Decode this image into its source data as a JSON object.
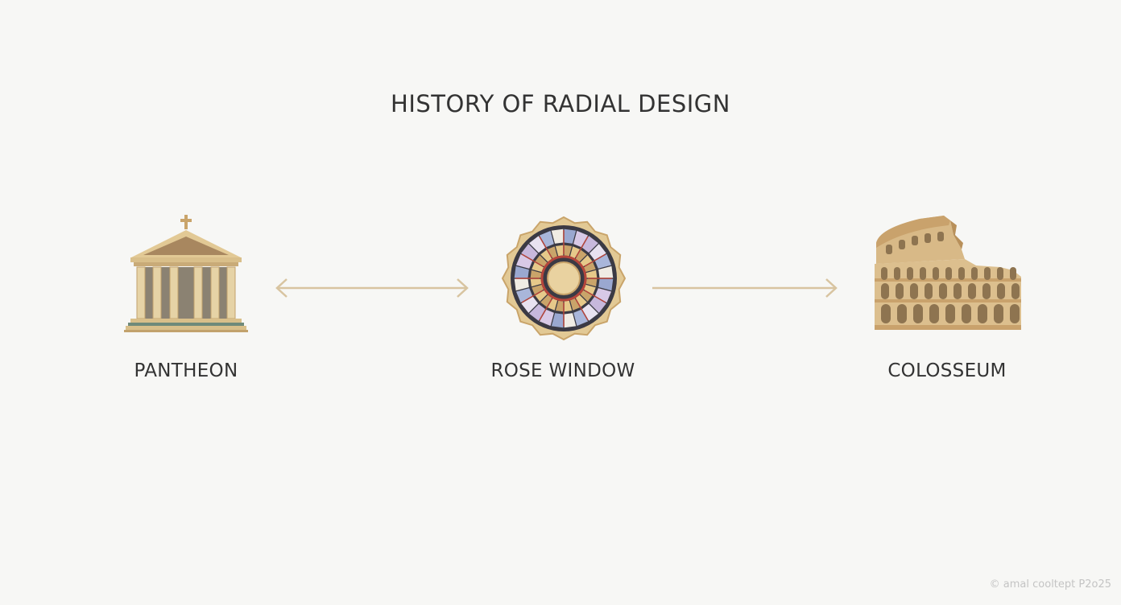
{
  "title": "HISTORY OF RADIAL DESIGN",
  "nodes": [
    {
      "label": "PANTHEON",
      "icon": "pantheon-icon"
    },
    {
      "label": "ROSE WINDOW",
      "icon": "rose-window-icon"
    },
    {
      "label": "COLOSSEUM",
      "icon": "colosseum-icon"
    }
  ],
  "edges": [
    {
      "from": "PANTHEON",
      "to": "ROSE WINDOW",
      "style": "bidirectional"
    },
    {
      "from": "ROSE WINDOW",
      "to": "COLOSSEUM",
      "style": "directed"
    }
  ],
  "credit": "© amal cooltept P2o25",
  "colors": {
    "background": "#f7f7f5",
    "arrow": "#d8c4a0",
    "stone": "#d9bf8a",
    "text": "#333333"
  }
}
